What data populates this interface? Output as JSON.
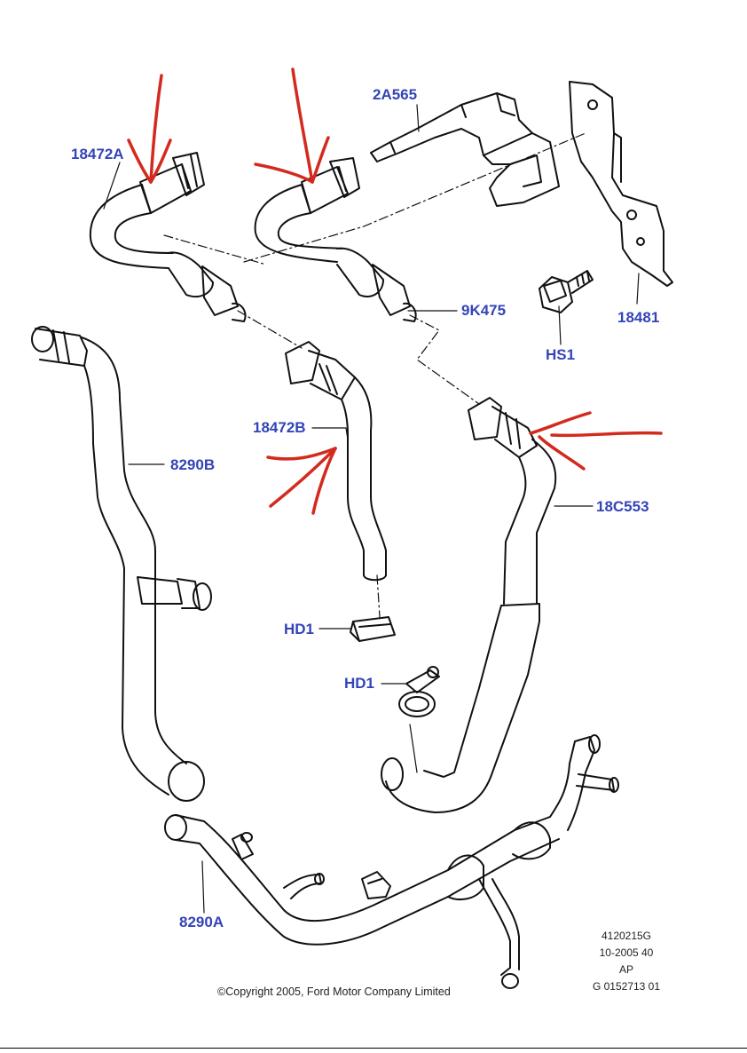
{
  "labels": {
    "p18472A": "18472A",
    "p2A565": "2A565",
    "p9K475": "9K475",
    "p18481": "18481",
    "pHS1": "HS1",
    "p18472B": "18472B",
    "p8290B": "8290B",
    "p18C553": "18C553",
    "pHD1_a": "HD1",
    "pHD1_b": "HD1",
    "p8290A": "8290A"
  },
  "reference": [
    "4120215G",
    "10-2005 40",
    "AP",
    "G 0152713 01"
  ],
  "copyright": "©Copyright 2005, Ford Motor Company Limited",
  "colors": {
    "label": "#3344b8",
    "annotation": "#d42a1e",
    "line": "#111111"
  }
}
